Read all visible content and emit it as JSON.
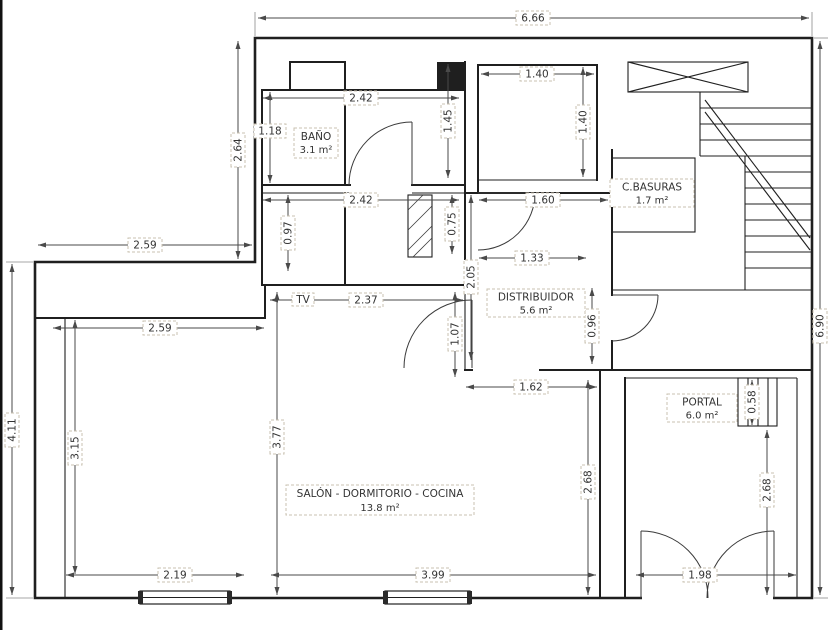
{
  "plan": {
    "rooms": [
      {
        "name": "BAÑO",
        "area": "3.1 m²"
      },
      {
        "name": "C.BASURAS",
        "area": "1.7 m²"
      },
      {
        "name": "DISTRIBUIDOR",
        "area": "5.6 m²"
      },
      {
        "name": "PORTAL",
        "area": "6.0 m²"
      },
      {
        "name": "SALÓN - DORMITORIO - COCINA",
        "area": "13.8 m²"
      }
    ],
    "annotations": {
      "tv": "TV"
    },
    "dims": {
      "top_width": "6.66",
      "right_height": "6.90",
      "left_upper": "2.64",
      "left_step": "2.59",
      "left_lower": "4.11",
      "salon_top": "2.59",
      "salon_left": "3.15",
      "salon_inner": "3.77",
      "salon_right": "2.68",
      "portal_right": "2.68",
      "portal_steps": "0.58",
      "bath_top": "2.42",
      "bath_bottom": "2.42",
      "bath_left": "1.18",
      "bath_right": "1.45",
      "mid_room_top": "1.40",
      "mid_room_right": "1.40",
      "hall_left": "0.97",
      "duct_right": "0.75",
      "dist_top": "1.60",
      "dist_mid": "1.33",
      "dist_left": "2.05",
      "dist_inner": "1.07",
      "dist_right": "0.96",
      "dist_bottom": "1.62",
      "tv_width": "2.37",
      "win_left": "2.19",
      "win_mid": "3.99",
      "door_right": "1.98"
    },
    "colors": {
      "wall": "#1f1f1f",
      "dim": "#4a4a4a",
      "label_box": "#c9c2b0"
    }
  }
}
